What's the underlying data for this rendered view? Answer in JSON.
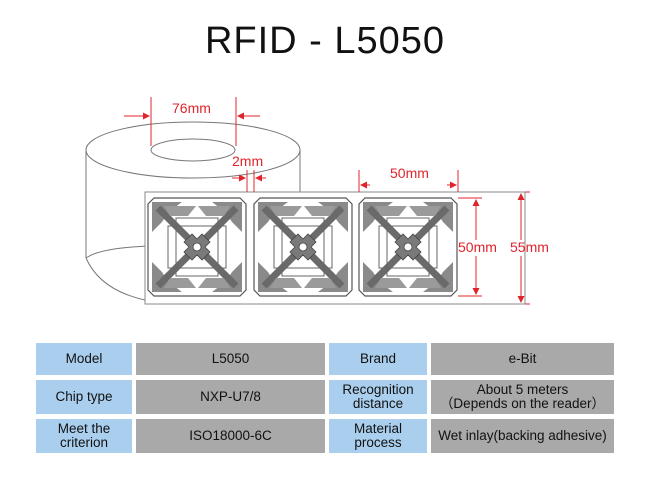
{
  "title": "RFID - L5050",
  "dimensions": {
    "core_width": "76mm",
    "gap": "2mm",
    "tag_width": "50mm",
    "tag_height": "50mm",
    "liner_height": "55mm"
  },
  "colors": {
    "dimension_red": "#e0242c",
    "label_cell": "#aacfee",
    "value_cell": "#a9a9a9"
  },
  "specs": [
    {
      "label": "Model",
      "value": "L5050",
      "label2": "Brand",
      "value2": "e-Bit"
    },
    {
      "label": "Chip type",
      "value": "NXP-U7/8",
      "label2_lines": [
        "Recognition",
        "distance"
      ],
      "value2_lines": [
        "About 5 meters",
        "（Depends on the reader）"
      ]
    },
    {
      "label_lines": [
        "Meet the",
        "criterion"
      ],
      "value": "ISO18000-6C",
      "label2_lines": [
        "Material",
        "process"
      ],
      "value2": "Wet inlay(backing adhesive)"
    }
  ]
}
